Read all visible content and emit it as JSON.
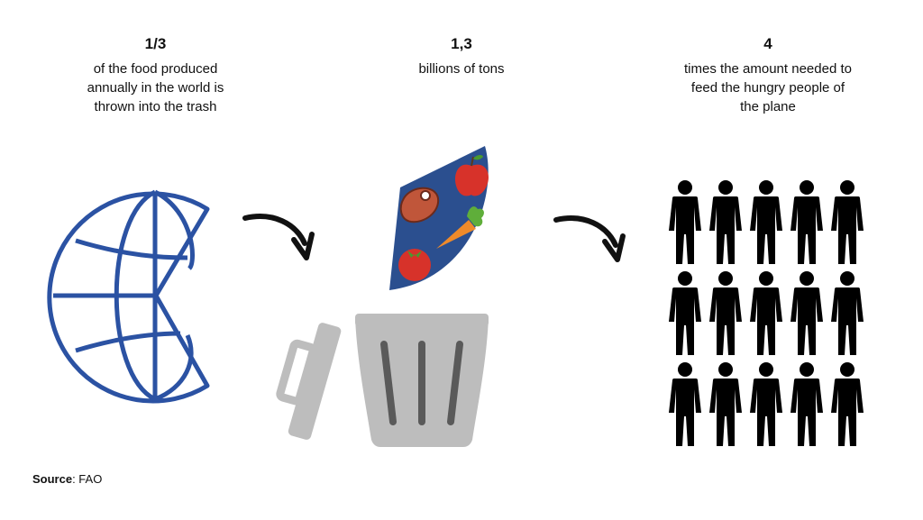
{
  "stats": [
    {
      "value": "1/3",
      "text": "of the food produced annually in the world is thrown into the trash"
    },
    {
      "value": "1,3",
      "text": "billions of tons"
    },
    {
      "value": "4",
      "text": "times the amount needed to feed the hungry people of the plane"
    }
  ],
  "source": {
    "label": "Source",
    "value": ": FAO"
  },
  "colors": {
    "globe": "#2b52a3",
    "food_slice": "#2b4f8f",
    "bin": "#bdbdbd",
    "bin_slots": "#5a5a5a",
    "people": "#000000",
    "arrows": "#111111"
  },
  "icons": [
    "globe-missing-slice-icon",
    "food-slice-icon",
    "trash-bin-icon",
    "people-grid-icon",
    "arrow-icon"
  ],
  "people_grid": {
    "rows": 3,
    "cols": 5
  }
}
